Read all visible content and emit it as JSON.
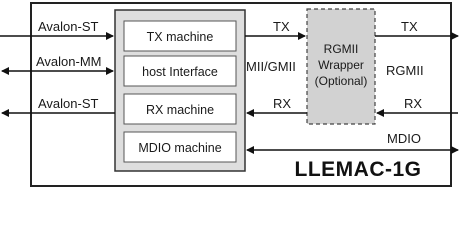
{
  "diagram": {
    "title": "LLEMAC-1G",
    "left_interfaces": {
      "avalon_st_in": "Avalon-ST",
      "avalon_mm": "Avalon-MM",
      "avalon_st_out": "Avalon-ST"
    },
    "blocks": {
      "tx": "TX machine",
      "host": "host Interface",
      "rx": "RX machine",
      "mdio": "MDIO machine"
    },
    "mid_signals": {
      "tx": "TX",
      "mii": "MII/GMII",
      "rx": "RX"
    },
    "wrapper": {
      "line1": "RGMII",
      "line2": "Wrapper",
      "line3": "(Optional)"
    },
    "right_signals": {
      "tx": "TX",
      "rgmii": "RGMII",
      "rx": "RX",
      "mdio": "MDIO"
    }
  }
}
